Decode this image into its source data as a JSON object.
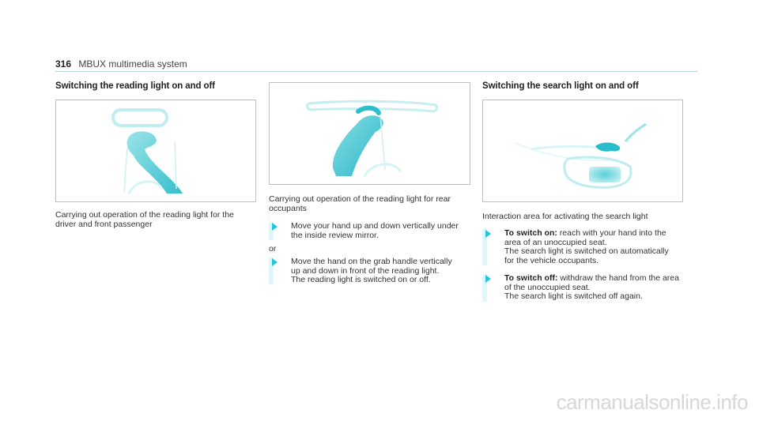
{
  "header": {
    "page_number": "316",
    "title": "MBUX multimedia system"
  },
  "col1": {
    "heading": "Switching the reading light on and off",
    "caption": "Carrying out operation of the reading light for the\ndriver and front passenger"
  },
  "col2": {
    "caption": "Carrying out operation of the reading light for rear\noccupants",
    "step1": "Move your hand up and down vertically under\nthe inside review mirror.",
    "or": "or",
    "step2": "Move the hand on the grab handle vertically\nup and down in front of the reading light.\nThe reading light is switched on or off."
  },
  "col3": {
    "heading": "Switching the search light on and off",
    "caption": "Interaction area for activating the search light",
    "step1_label": "To switch on:",
    "step1_text": " reach with your hand into the\narea of an unoccupied seat.\nThe search light is switched on automatically\nfor the vehicle occupants.",
    "step2_label": "To switch off:",
    "step2_text": " withdraw the hand from the area\nof the unoccupied seat.\nThe search light is switched off again."
  },
  "watermark": "carmanualsonline.info",
  "colors": {
    "accent": "#1fc6dd",
    "illustration": "#3cc7d3",
    "bar": "#dff6fa"
  },
  "icons": {
    "step": "triangle-bullet-icon"
  }
}
